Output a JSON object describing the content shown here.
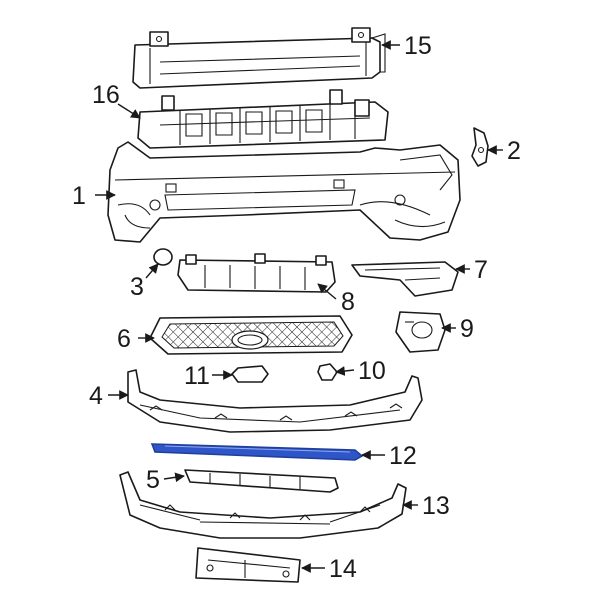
{
  "diagram": {
    "callouts": [
      {
        "id": "1",
        "label": "1"
      },
      {
        "id": "2",
        "label": "2"
      },
      {
        "id": "3",
        "label": "3"
      },
      {
        "id": "4",
        "label": "4"
      },
      {
        "id": "5",
        "label": "5"
      },
      {
        "id": "6",
        "label": "6"
      },
      {
        "id": "7",
        "label": "7"
      },
      {
        "id": "8",
        "label": "8"
      },
      {
        "id": "9",
        "label": "9"
      },
      {
        "id": "10",
        "label": "10"
      },
      {
        "id": "11",
        "label": "11"
      },
      {
        "id": "12",
        "label": "12"
      },
      {
        "id": "13",
        "label": "13"
      },
      {
        "id": "14",
        "label": "14"
      },
      {
        "id": "15",
        "label": "15"
      },
      {
        "id": "16",
        "label": "16"
      }
    ],
    "highlighted_part": "12",
    "colors": {
      "line": "#1a1a1a",
      "highlight": "#1f3f9a",
      "background": "#ffffff"
    }
  }
}
